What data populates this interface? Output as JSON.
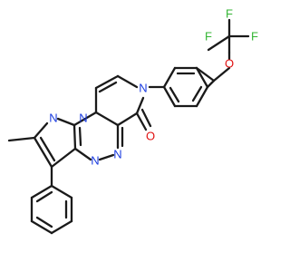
{
  "molecule": {
    "atom_labels": {
      "f1": "F",
      "f2": "F",
      "f3": "F",
      "o_ether": "O",
      "n_pyridinone": "N",
      "o_carbonyl": "O",
      "n_pyrazole_a": "N",
      "n_pyrazole_b": "N",
      "n_triazine_a": "N",
      "n_triazine_b": "N"
    },
    "colors": {
      "F": "#33b533",
      "O": "#e01010",
      "N": "#1a3be0",
      "bond": "#1a1a1a"
    }
  }
}
